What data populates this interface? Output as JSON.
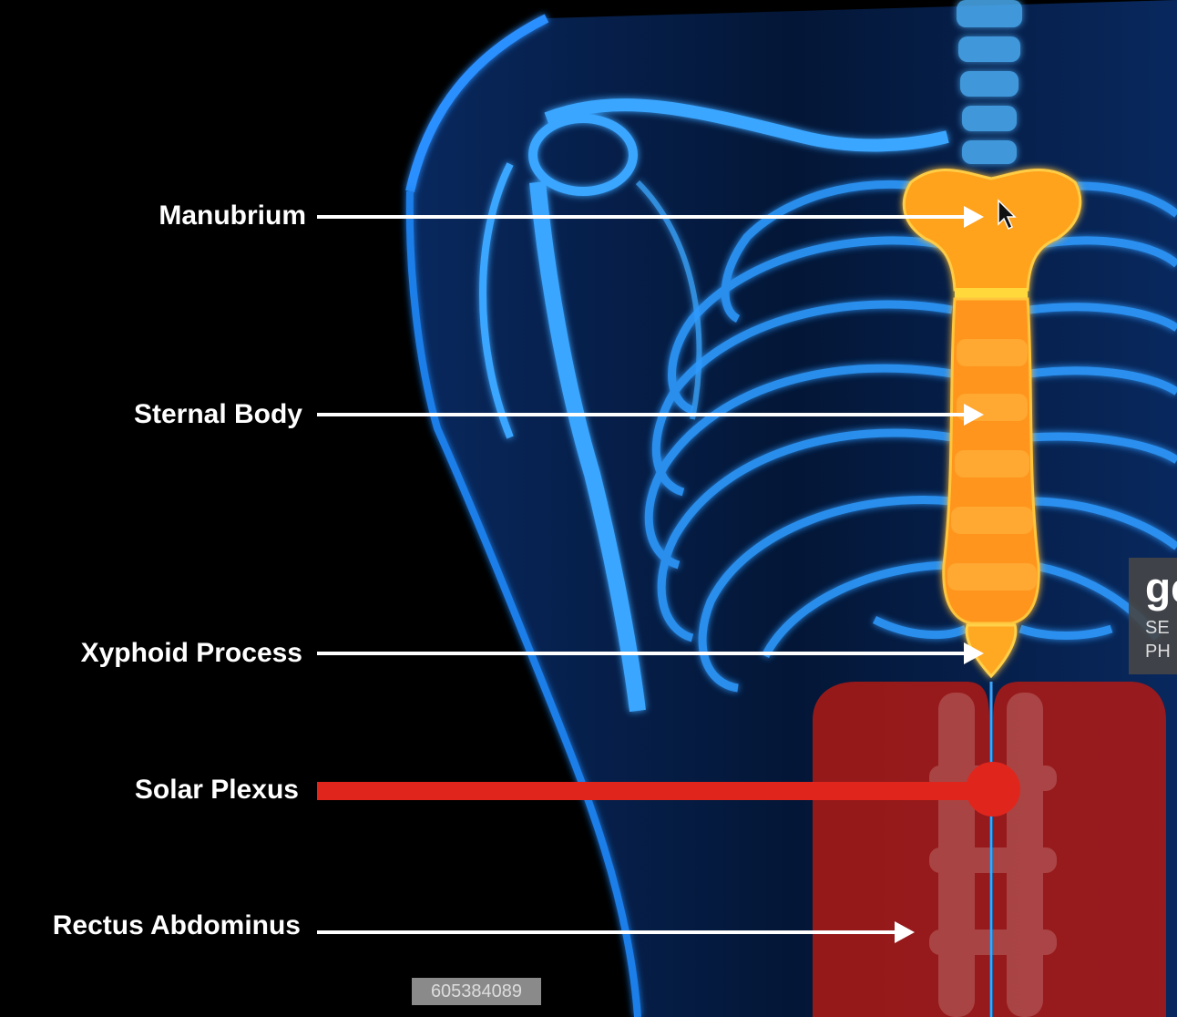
{
  "labels": {
    "manubrium": "Manubrium",
    "sternal_body": "Sternal Body",
    "xyphoid_process": "Xyphoid Process",
    "solar_plexus": "Solar Plexus",
    "rectus_abdominus": "Rectus Abdominus"
  },
  "stock_image_id": "605384089",
  "watermark": {
    "big": "ge",
    "line1": "SE",
    "line2": "PH"
  },
  "colors": {
    "background": "#000000",
    "skeleton_glow": "#1f8fff",
    "sternum": "#ff9c1a",
    "abdominus": "#b01a14",
    "solar_plexus_marker": "#e0261c",
    "arrow": "#ffffff"
  }
}
